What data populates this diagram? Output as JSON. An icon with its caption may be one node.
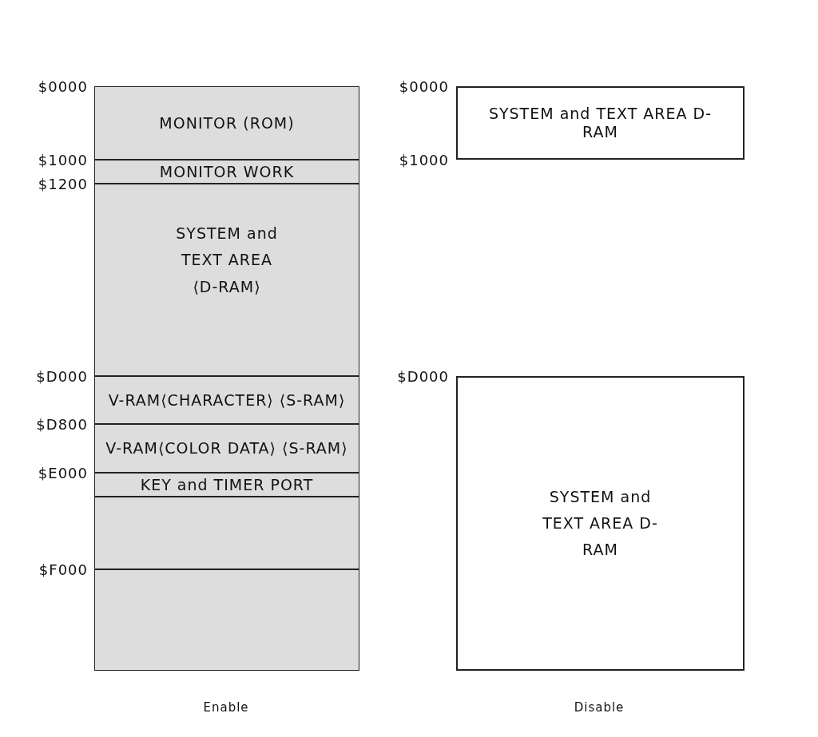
{
  "diagram": {
    "nodes": [
      {
        "text": [
          "MONITOR (ROM)"
        ]
      },
      {
        "text": [
          "MONITOR WORK"
        ]
      },
      {
        "text": [
          "SYSTEM and TEXT AREA ⟨D-RAM⟩"
        ]
      },
      {
        "text": [
          "V-RAM⟨CHARACTER⟩ ⟨S-RAM⟩"
        ]
      },
      {
        "text": [
          "V-RAM⟨COLOR DATA⟩ ⟨S-RAM⟩"
        ]
      },
      {
        "text": [
          "KEY and TIMER PORT"
        ]
      },
      {
        "text": [],
        "shape": "box"
      },
      {
        "text": [],
        "shape": "box"
      },
      {
        "text": [
          "SYSTEM and TEXT AREA D-RAM"
        ]
      },
      {
        "text": [
          "SYSTEM and TEXT AREA D-RAM"
        ]
      }
    ],
    "labels": [
      "$0000",
      "$0000",
      "$1000",
      "$1000",
      "$1200",
      "$D000",
      "$D000",
      "$D800",
      "$E000",
      "$F000",
      "Enable",
      "Disable"
    ]
  }
}
